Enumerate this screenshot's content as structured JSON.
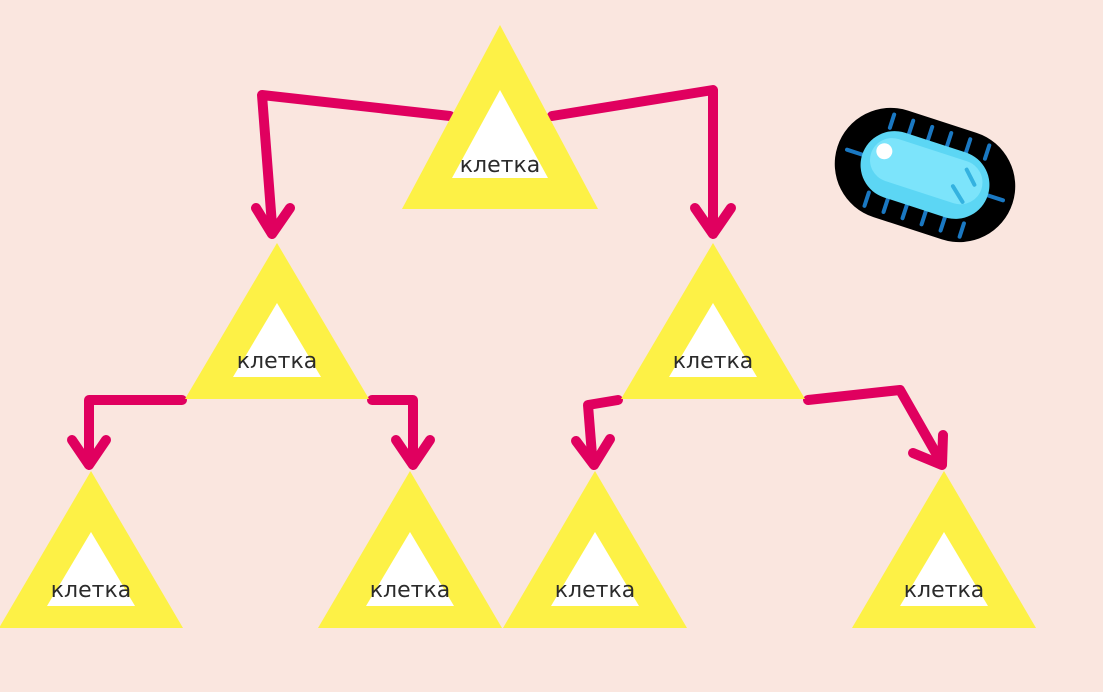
{
  "colors": {
    "background": "#fae6df",
    "triangle_outer": "#fdf146",
    "triangle_inner": "#ffffff",
    "arrow": "#e0005f",
    "bacterium_body": "#5cd6f4",
    "bacterium_outline": "#000000",
    "bacterium_cilia": "#1a78c2"
  },
  "nodes": [
    {
      "id": "root",
      "label": "клетка"
    },
    {
      "id": "left",
      "label": "клетка"
    },
    {
      "id": "right",
      "label": "клетка"
    },
    {
      "id": "left-left",
      "label": "клетка"
    },
    {
      "id": "left-right",
      "label": "клетка"
    },
    {
      "id": "right-left",
      "label": "клетка"
    },
    {
      "id": "right-right",
      "label": "клетка"
    }
  ],
  "edges": [
    {
      "from": "root",
      "to": "left"
    },
    {
      "from": "root",
      "to": "right"
    },
    {
      "from": "left",
      "to": "left-left"
    },
    {
      "from": "left",
      "to": "left-right"
    },
    {
      "from": "right",
      "to": "right-left"
    },
    {
      "from": "right",
      "to": "right-right"
    }
  ],
  "bacterium_icon": "bacterium-icon"
}
